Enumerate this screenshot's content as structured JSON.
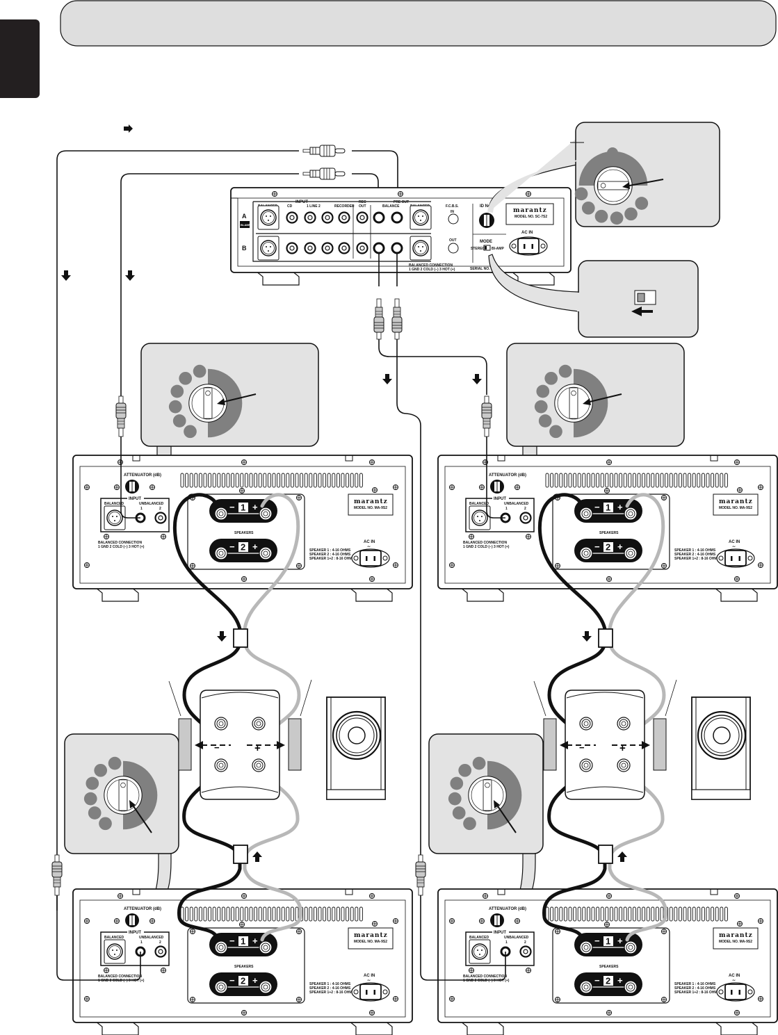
{
  "page": {
    "header_banner_text": "",
    "side_tab_text": ""
  },
  "preamp": {
    "brand": "marantz",
    "model": "MODEL NO. SC-7S2",
    "labels": {
      "input": "INPUT",
      "balanced": "BALANCED",
      "cd": "CD",
      "line": "1 LINE 2",
      "recorder": "RECORDER",
      "rec": "REC",
      "rec_out": "OUT",
      "pre_out": "PRE OUT",
      "unbalanced_short": "BALANCE",
      "balanced_out": "BALANCED",
      "fcbs": "F.C.B.S.",
      "fcbs_in": "IN",
      "fcbs_out": "OUT",
      "id_no": "ID No.",
      "mode": "MODE",
      "mode_stereo": "STEREO",
      "mode_biamp": "BI-AMP",
      "ac_in": "AC IN",
      "ch_a": "A",
      "ch_b": "B",
      "ch_sub": "CH",
      "bi_amp_badge": "BI-AMP",
      "balanced_connection": "BALANCED CONNECTION",
      "pins": "1 GND  2 COLD (−)  3 HOT (+)",
      "serial": "SERIAL NO."
    }
  },
  "power_amp": {
    "brand": "marantz",
    "model": "MODEL NO. MA-9S2",
    "labels": {
      "attenuator": "ATTENUATOR (dB)",
      "input": "INPUT",
      "balanced": "BALANCED",
      "unbalanced": "UNBALANCED",
      "in1": "1",
      "in2": "2",
      "balanced_connection": "BALANCED CONNECTION",
      "pins": "1 GND  2 COLD (−)  3 HOT (+)",
      "speakers": "SPEAKERS",
      "sp1": "1",
      "sp2": "2",
      "minus": "−",
      "plus": "+",
      "imp1": "SPEAKER 1  :  4-16 OHMS",
      "imp2": "SPEAKER 2  :  4-16 OHMS",
      "imp3": "SPEAKER 1+2 : 8-16 OHMS",
      "ac_in": "AC IN",
      "tilde": "∼"
    }
  },
  "speaker_terminals": {
    "minus": "−",
    "plus": "+"
  },
  "icons": {
    "arrow_right": "arrow-right-icon",
    "arrow_down": "arrow-down-icon",
    "arrow_up": "arrow-up-icon"
  },
  "colors": {
    "callout_fill": "#e3e3e3",
    "banner_fill": "#dedede",
    "side_tab": "#231f20",
    "knob_gray": "#808080",
    "cable_gray": "#b8b8b8",
    "ink": "#111111"
  }
}
